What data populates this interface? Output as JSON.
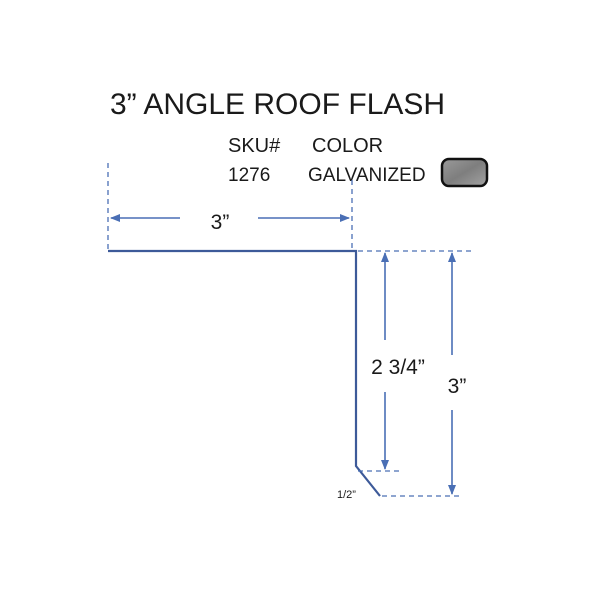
{
  "title": "3” ANGLE ROOF FLASH",
  "table": {
    "headers": {
      "sku": "SKU#",
      "color": "COLOR"
    },
    "row": {
      "sku": "1276",
      "color": "GALVANIZED"
    },
    "swatch_color": "#8a8a8a"
  },
  "dimensions": {
    "top_width": "3”",
    "inner_height": "2 3/4”",
    "outer_height": "3”",
    "hem": "1/2”"
  },
  "colors": {
    "dimension_line": "#4a6fb5",
    "profile_line": "#3d5a99"
  }
}
